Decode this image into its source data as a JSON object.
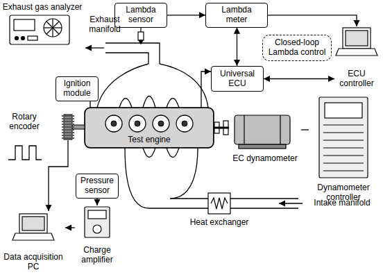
{
  "diagram": {
    "nodes": [
      {
        "text": [
          "Exhaust gas analyzer"
        ]
      },
      {
        "text": [
          "Lambda sensor"
        ]
      },
      {
        "text": [
          "Lambda meter"
        ]
      },
      {
        "text": [
          "ECU controller"
        ]
      },
      {
        "text": [
          "Closed-loop Lambda control"
        ]
      },
      {
        "text": [
          "Universal ECU"
        ]
      },
      {
        "text": [
          "Ignition module"
        ]
      },
      {
        "text": [
          "Rotary encoder"
        ]
      },
      {
        "text": [
          "Test engine"
        ]
      },
      {
        "text": [
          "EC dynamometer"
        ]
      },
      {
        "text": [
          "Dynamometer controller"
        ]
      },
      {
        "text": [
          "Pressure sensor"
        ]
      },
      {
        "text": [
          "Heat exchanger"
        ]
      },
      {
        "text": [
          "Charge amplifier"
        ]
      },
      {
        "text": [
          "Data acquisition PC"
        ]
      }
    ],
    "edges": [
      {
        "from": 1,
        "to": 2,
        "arrow": "to"
      },
      {
        "from": 2,
        "to": 3,
        "arrow": "to"
      },
      {
        "from": 2,
        "to": 5,
        "arrow": "both"
      },
      {
        "from": 3,
        "to": 5,
        "arrow": "both"
      },
      {
        "from": 8,
        "to": 5,
        "arrow": "to"
      },
      {
        "from": 6,
        "to": 8,
        "arrow": "none"
      },
      {
        "from": 7,
        "to": 14,
        "arrow": "to"
      },
      {
        "from": 11,
        "to": 13,
        "arrow": "to"
      },
      {
        "from": 13,
        "to": 14,
        "arrow": "to"
      },
      {
        "from": 8,
        "to": 9,
        "arrow": "none"
      },
      {
        "from": 9,
        "to": 10,
        "arrow": "none"
      }
    ],
    "labels": [
      "Exhaust manifold",
      "Intake manifold"
    ]
  }
}
